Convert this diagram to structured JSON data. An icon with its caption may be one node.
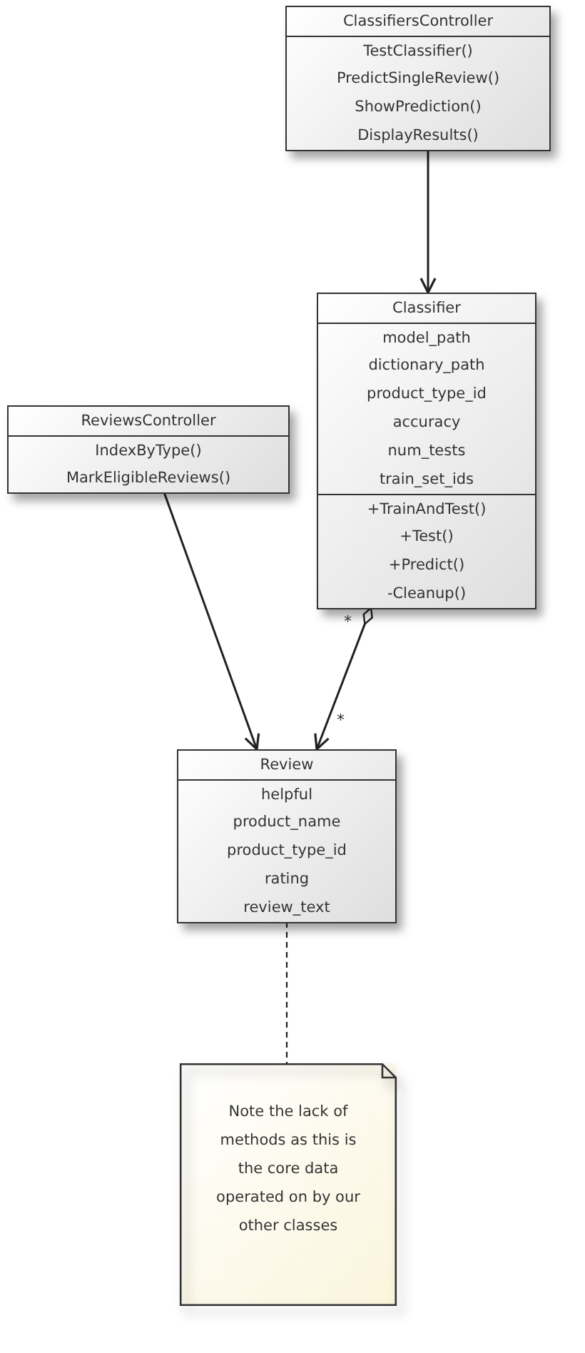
{
  "diagram": {
    "nodes": [
      {
        "text": [
          "ClassifiersController",
          "TestClassifier()",
          "PredictSingleReview()",
          "ShowPrediction()",
          "DisplayResults()"
        ]
      },
      {
        "text": [
          "Classifier",
          "model_path",
          "dictionary_path",
          "product_type_id",
          "accuracy",
          "num_tests",
          "train_set_ids",
          "+TrainAndTest()",
          "+Test()",
          "+Predict()",
          "-Cleanup()"
        ]
      },
      {
        "text": [
          "ReviewsController",
          "IndexByType()",
          "MarkEligibleReviews()"
        ]
      },
      {
        "text": [
          "Review",
          "helpful",
          "product_name",
          "product_type_id",
          "rating",
          "review_text"
        ]
      },
      {
        "text": [
          "Note the lack of methods as this is the core data operated on by our other classes"
        ]
      }
    ],
    "edges": [
      {
        "from": 0,
        "to": 1,
        "arrow": "to"
      },
      {
        "from": 2,
        "to": 3,
        "arrow": "to"
      },
      {
        "from": 1,
        "to": 3,
        "arrow": "to"
      },
      {
        "from": 3,
        "to": 4,
        "arrow": "none",
        "style": "dashed"
      }
    ],
    "labels": [
      "*",
      "*"
    ]
  }
}
